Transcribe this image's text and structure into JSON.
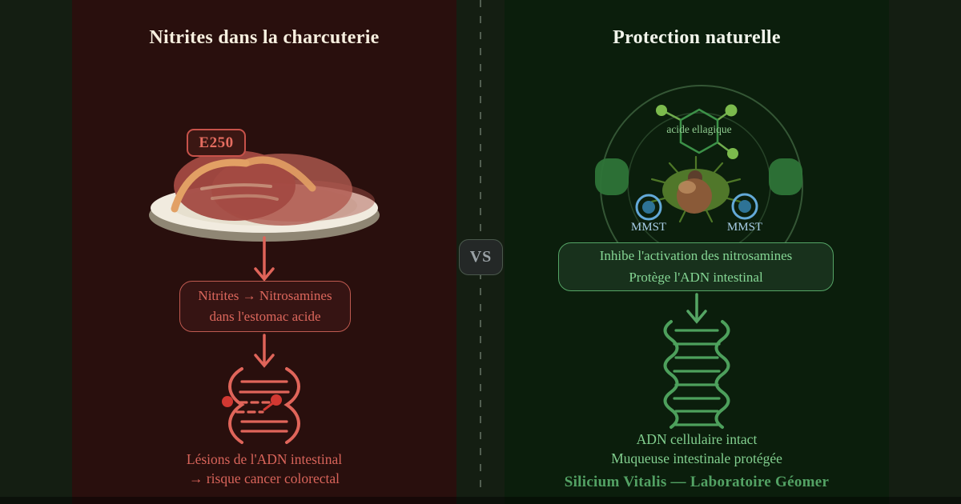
{
  "divider": {
    "vs_label": "VS"
  },
  "left": {
    "title": "Nitrites dans la charcuterie",
    "badge_label": "E250",
    "process_box": {
      "line1": "Nitrites → Nitrosamines",
      "line2": "dans l'estomac acide"
    },
    "outcome": {
      "line1": "Lésions de l'ADN intestinal",
      "line2": "→ risque cancer colorectal"
    },
    "colors": {
      "panel_bg": "#290f0d",
      "accent": "#e0655a",
      "title": "#f7efdf",
      "badge_border": "#c7524a",
      "damage_dot": "#d23832"
    }
  },
  "right": {
    "title": "Protection naturelle",
    "molecule_label": "acide ellagique",
    "mmst_label_left": "MMST",
    "mmst_label_right": "MMST",
    "benefit_box": {
      "line1": "Inhibe l'activation des nitrosamines",
      "line2": "Protège l'ADN intestinal"
    },
    "outcome": {
      "line1": "ADN cellulaire intact",
      "line2": "Muqueuse intestinale protégée"
    },
    "brand": "Silicium Vitalis — Laboratoire Géomer",
    "colors": {
      "panel_bg": "#0b1e0c",
      "accent": "#57a967",
      "title": "#f2f5ec",
      "mmst_blue": "#66abd9",
      "dna_green": "#4da05c"
    }
  },
  "icons": {
    "left": [
      "plate-with-charcuterie",
      "down-arrow",
      "damaged-dna"
    ],
    "right": [
      "protection-circle",
      "ellagic-acid-hexagon",
      "intestinal-cell",
      "mmst-molecule",
      "down-arrow",
      "intact-dna"
    ],
    "divider": [
      "vs-badge",
      "dashed-divider-line"
    ]
  }
}
